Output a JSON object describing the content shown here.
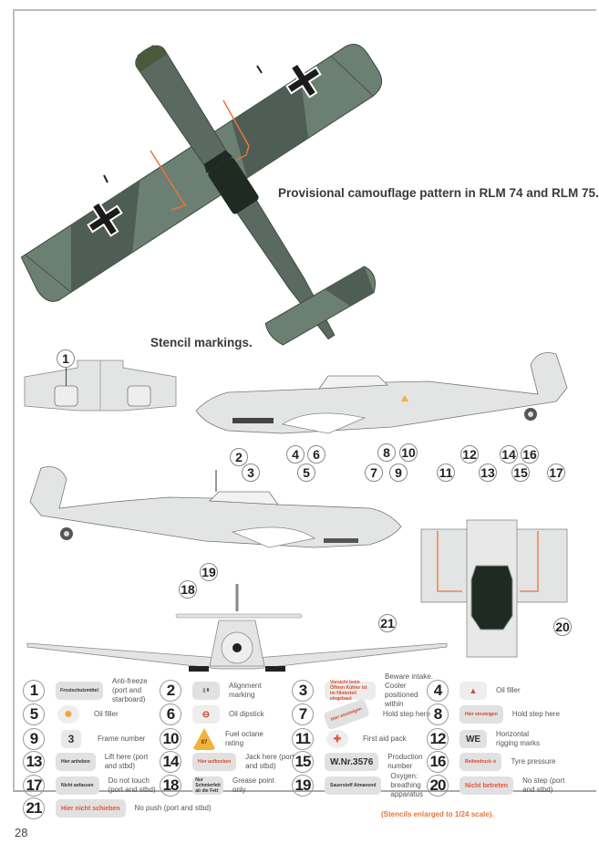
{
  "page": {
    "number": "28",
    "headings": {
      "camouflage": "Provisional camouflage pattern in RLM 74 and RLM 75.",
      "stencils": "Stencil markings."
    },
    "scale_note": "(Stencils enlarged to 1/24 scale)."
  },
  "colors": {
    "rlm74": "#4f5e55",
    "rlm75": "#6b7f72",
    "underside": "#e3e4e4",
    "stencil_red": "#e8743a",
    "frame": "#bdbdbd"
  },
  "diagrams": {
    "top_view": "Bf 109 upper surfaces, RLM 74/75 camouflage with Balkenkreuz",
    "front_radiator_view": {
      "callouts": [
        "1"
      ]
    },
    "starboard_profile": {
      "callouts": [
        "2",
        "3",
        "4",
        "5",
        "6",
        "7",
        "8",
        "9",
        "10",
        "11",
        "12",
        "13",
        "14",
        "15",
        "16",
        "17"
      ]
    },
    "port_profile": {
      "callouts": [
        "18",
        "19"
      ]
    },
    "wing_root_detail": {
      "callouts": [
        "20"
      ]
    },
    "front_view": {
      "callouts": [
        "21"
      ]
    }
  },
  "legend": [
    {
      "num": "1",
      "stencil": "Frostschutzmittel",
      "desc": "Anti-freeze (port and starboard)"
    },
    {
      "num": "2",
      "stencil": "▯ 8",
      "desc": "Alignment marking"
    },
    {
      "num": "3",
      "stencil": "Vorsicht beim Öffnen Kühler ist im Hinterteil eingebaut",
      "desc": "Beware intake. Cooler positioned within"
    },
    {
      "num": "4",
      "stencil": "▲",
      "desc": "Oil filler"
    },
    {
      "num": "5",
      "stencil": "●",
      "desc": "Oil filler"
    },
    {
      "num": "6",
      "stencil": "⊖",
      "desc": "Oil dipstick"
    },
    {
      "num": "7",
      "stencil": "Hier einsteigen",
      "desc": "Hold step here"
    },
    {
      "num": "8",
      "stencil": "Hier einsteigen",
      "desc": "Hold step here"
    },
    {
      "num": "9",
      "stencil": "3",
      "desc": "Frame number"
    },
    {
      "num": "10",
      "stencil": "87",
      "desc": "Fuel octane rating"
    },
    {
      "num": "11",
      "stencil": "✚",
      "desc": "First aid pack"
    },
    {
      "num": "12",
      "stencil": "WE",
      "desc": "Horizontal rigging marks"
    },
    {
      "num": "13",
      "stencil": "Hier anheben",
      "desc": "Lift here (port and stbd)"
    },
    {
      "num": "14",
      "stencil": "Hier aufbocken",
      "desc": "Jack here (port and stbd)"
    },
    {
      "num": "15",
      "stencil": "W.Nr.3576",
      "desc": "Production number"
    },
    {
      "num": "16",
      "stencil": "Reifendruck ⊙",
      "desc": "Tyre pressure"
    },
    {
      "num": "17",
      "stencil": "Nicht anfassen",
      "desc": "Do not touch (port and stbd)"
    },
    {
      "num": "18",
      "stencil": "Nur Schmierfett ab die Fett",
      "desc": "Grease point only"
    },
    {
      "num": "19",
      "stencil": "Sauerstoff Atmanend",
      "desc": "Oxygen: breathing apparatus"
    },
    {
      "num": "20",
      "stencil": "Nicht betreten",
      "desc": "No step (port and stbd)"
    },
    {
      "num": "21",
      "stencil": "Hier nicht schieben",
      "desc": "No push (port and stbd)"
    }
  ]
}
